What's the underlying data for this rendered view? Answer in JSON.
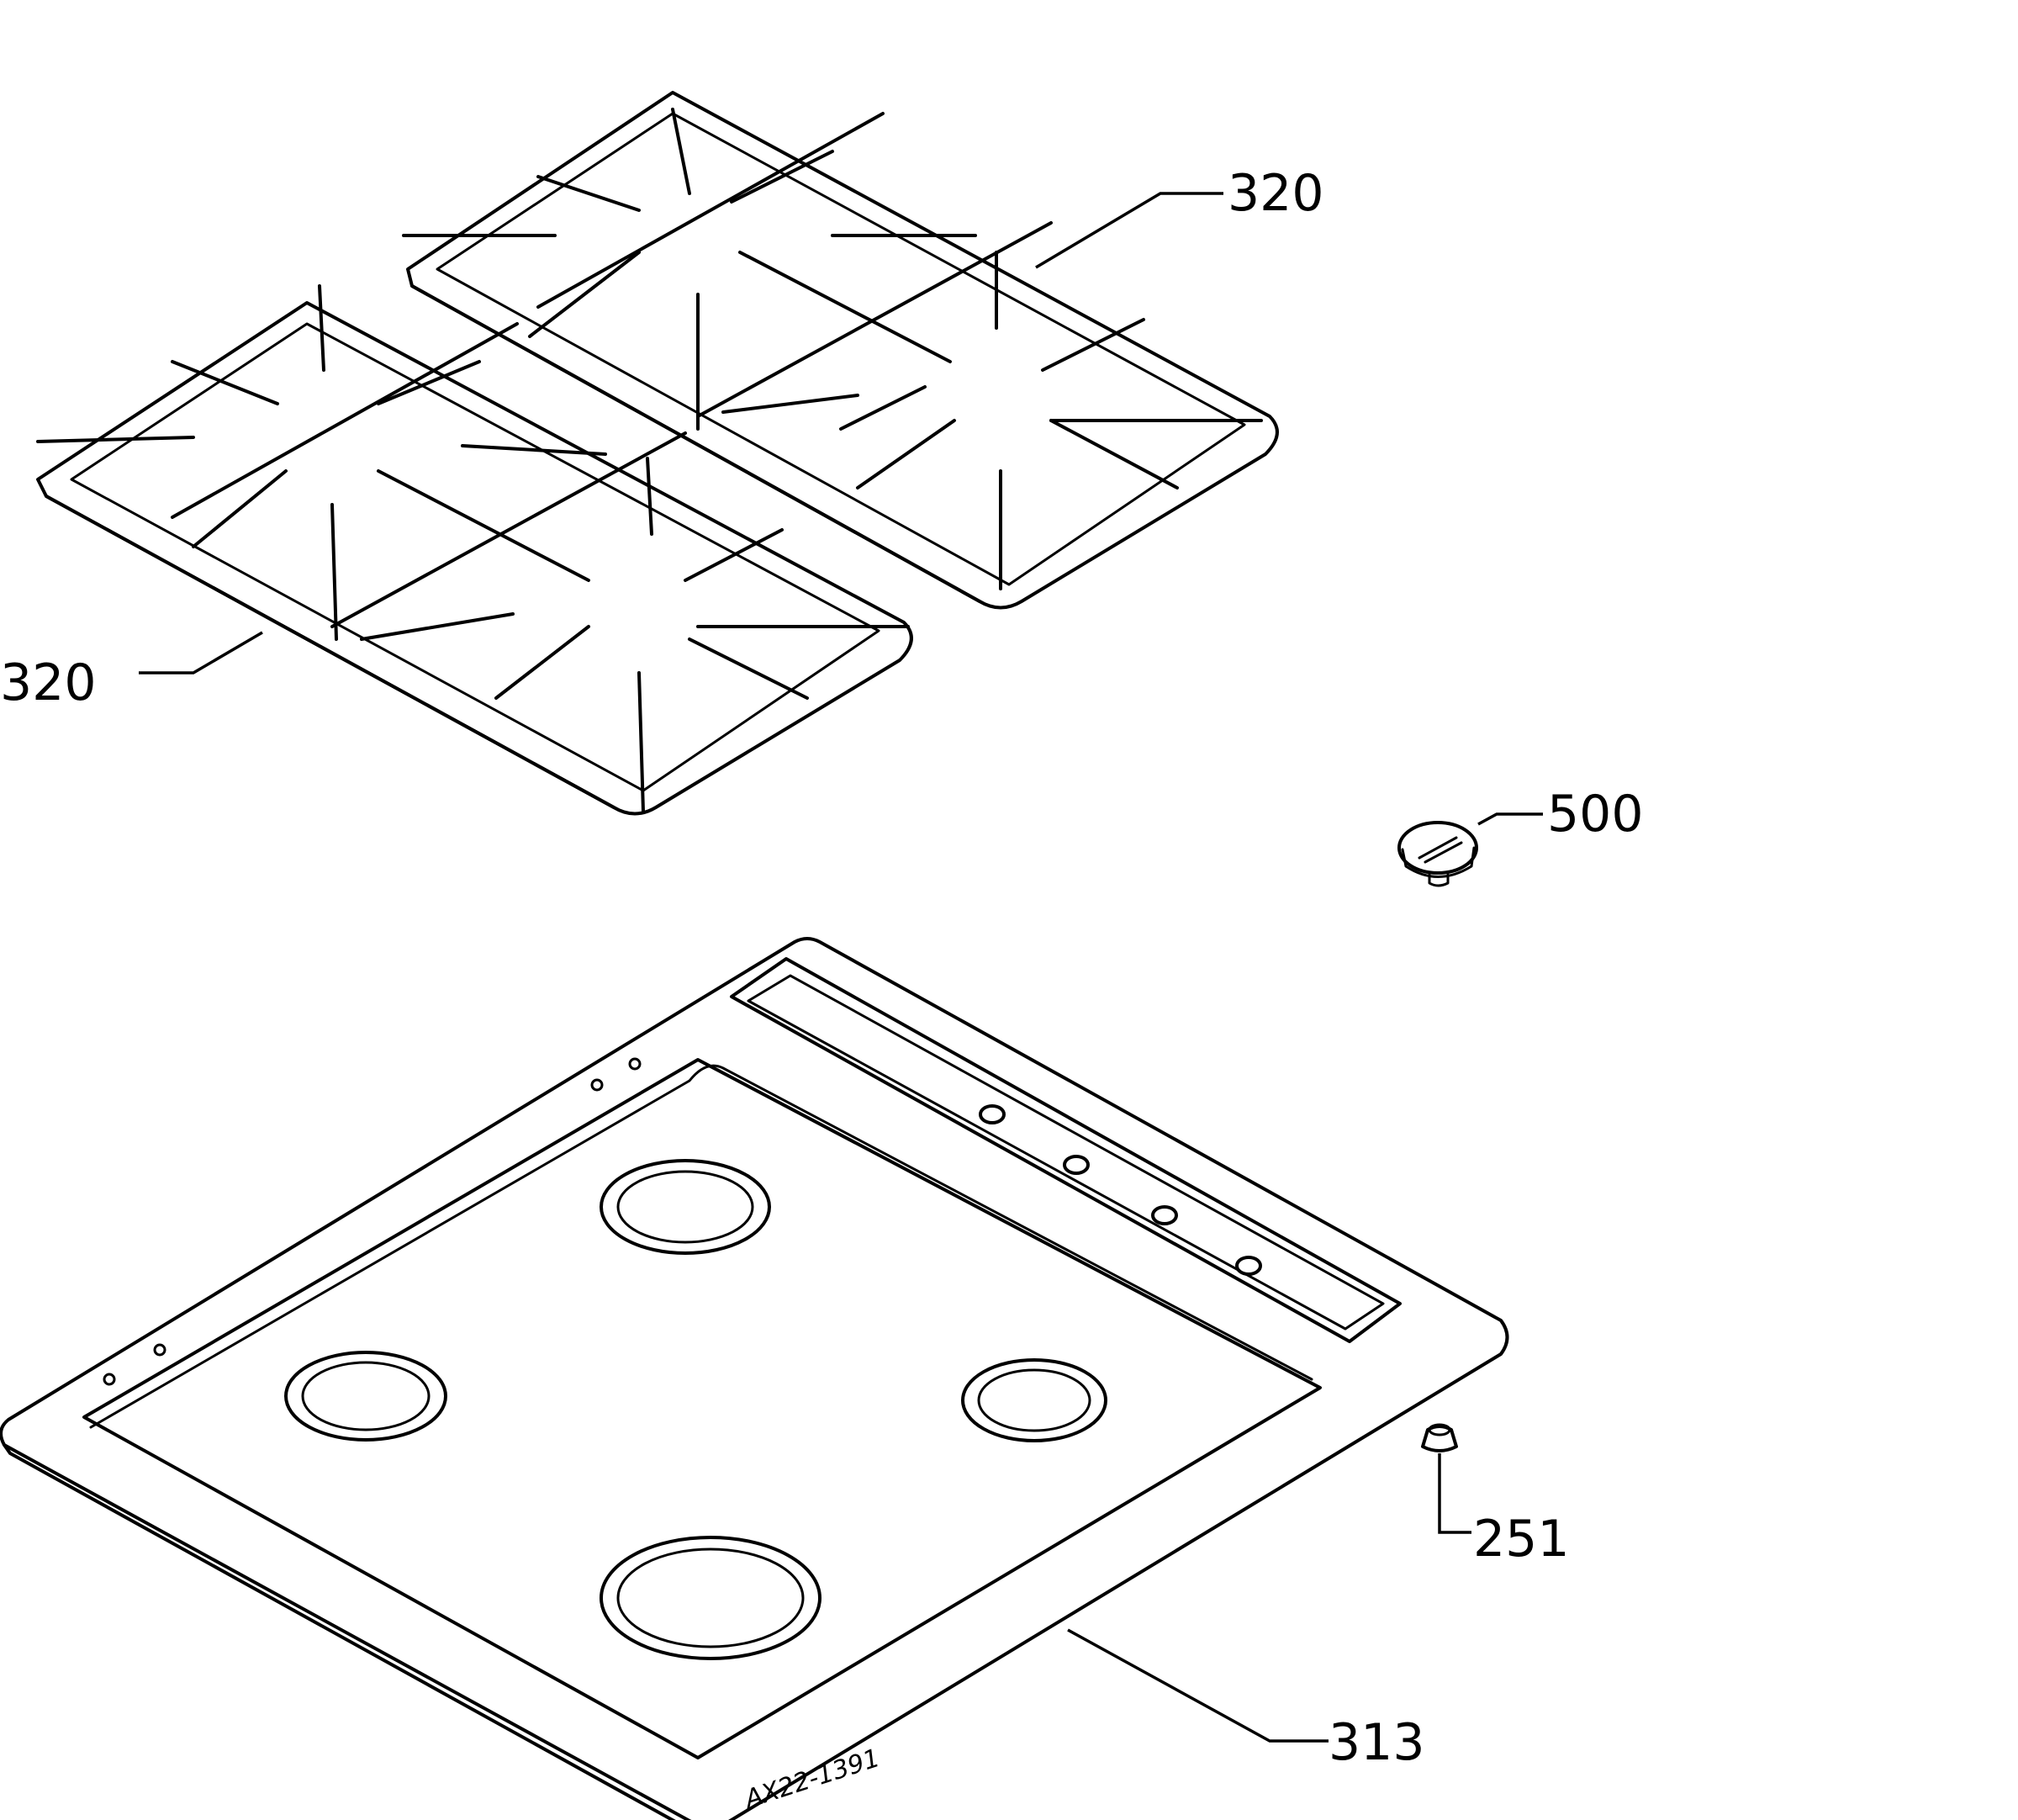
{
  "labels": {
    "grid_right": "320",
    "grid_left": "320",
    "knob": "500",
    "foot": "251",
    "hob_top": "313"
  },
  "drawing_code": "AX22-1391",
  "colors": {
    "line": "#000000",
    "background": "#ffffff"
  }
}
